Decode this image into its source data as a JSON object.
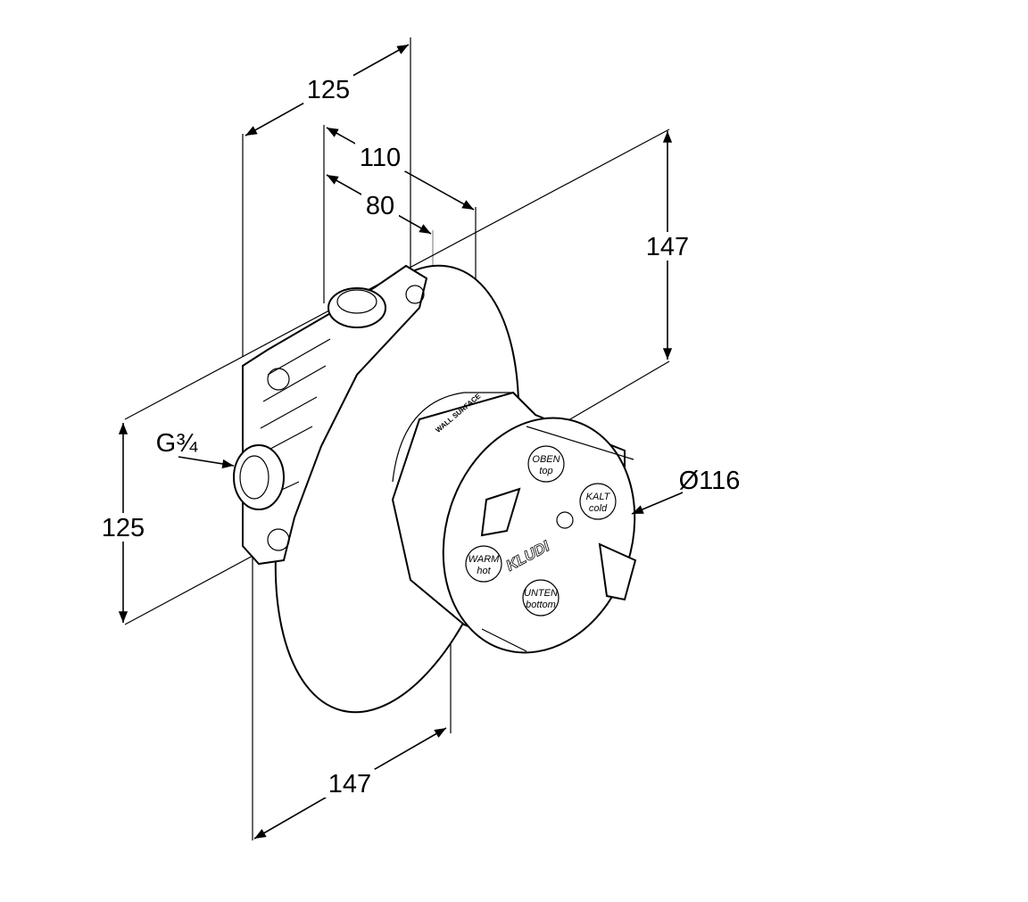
{
  "dimensions": {
    "top_width": "125",
    "depth_max": "110",
    "depth_min": "80",
    "right_height": "147",
    "left_height": "125",
    "bottom_width": "147",
    "thread": "G¾",
    "diameter": "Ø116"
  },
  "labels": {
    "top": {
      "de": "OBEN",
      "en": "top"
    },
    "cold": {
      "de": "KALT",
      "en": "cold"
    },
    "hot": {
      "de": "WARM",
      "en": "hot"
    },
    "bottom": {
      "de": "UNTEN",
      "en": "bottom"
    },
    "brand": "KLUDI",
    "wall_surface": "WALL SURFACE"
  }
}
